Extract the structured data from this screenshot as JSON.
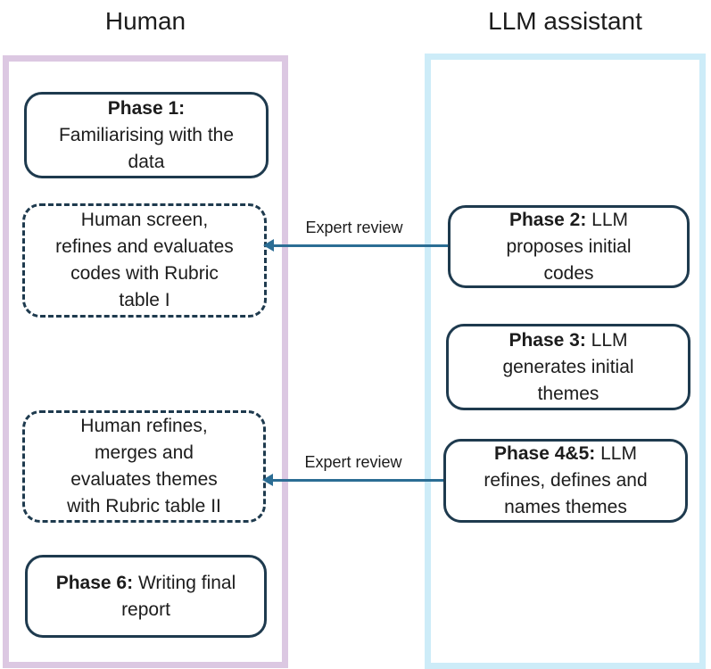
{
  "colors": {
    "human_panel_border": "#dcc8e2",
    "llm_panel_border": "#cdecf8",
    "node_border": "#1e3a4e",
    "arrow": "#2b6d94",
    "text": "#1c1c1c"
  },
  "columns": {
    "human": {
      "title": "Human"
    },
    "llm": {
      "title": "LLM assistant"
    }
  },
  "nodes": {
    "phase1": {
      "bold": "Phase 1:",
      "rest": "\nFamiliarising with the\ndata"
    },
    "screen_codes": {
      "bold": "",
      "rest": "Human screen,\nrefines and evaluates\ncodes with Rubric\ntable I"
    },
    "refine_themes": {
      "bold": "",
      "rest": "Human refines,\nmerges and\nevaluates themes\nwith Rubric table II"
    },
    "phase6": {
      "bold": "Phase 6:",
      "rest": " Writing final\nreport"
    },
    "phase2": {
      "bold": "Phase 2:",
      "rest": " LLM\nproposes initial\ncodes"
    },
    "phase3": {
      "bold": "Phase 3:",
      "rest": " LLM\ngenerates initial\nthemes"
    },
    "phase45": {
      "bold": "Phase 4&5:",
      "rest": " LLM\nrefines, defines and\nnames themes"
    }
  },
  "arrows": [
    {
      "label": "Expert review"
    },
    {
      "label": "Expert review"
    }
  ]
}
